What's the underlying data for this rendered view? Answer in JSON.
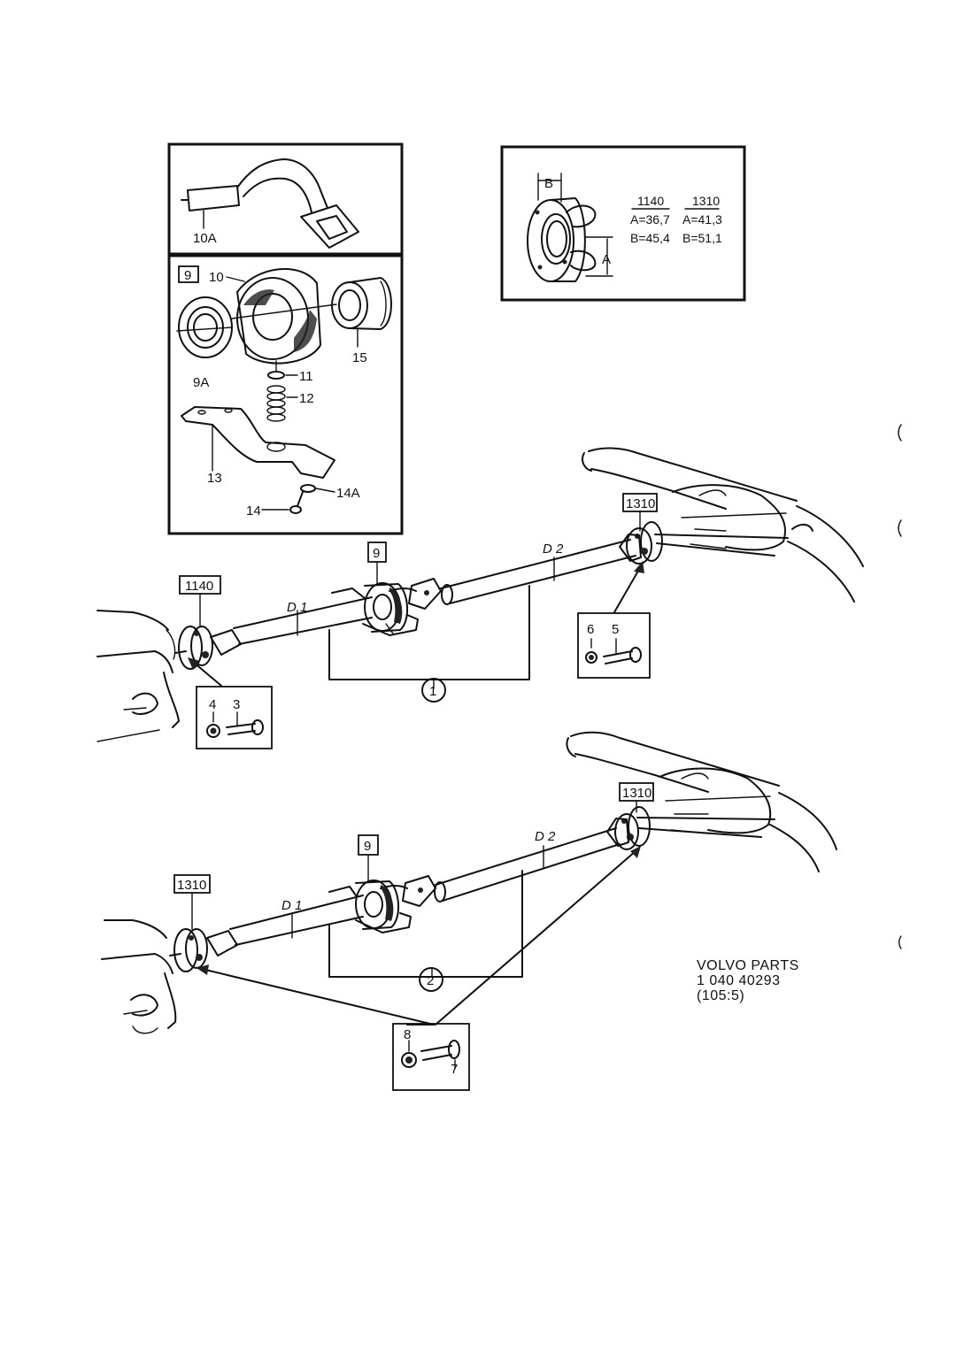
{
  "inset_top_left": {
    "upper_label": "10A",
    "header_box": "9",
    "labels": {
      "p10": "10",
      "p15": "15",
      "p9a": "9A",
      "p11": "11",
      "p12": "12",
      "p13": "13",
      "p14": "14",
      "p14a": "14A"
    }
  },
  "inset_top_right": {
    "dim_b": "B",
    "dim_a": "A",
    "col1_header": "1140",
    "col2_header": "1310",
    "col1_row1": "A=36,7",
    "col1_row2": "B=45,4",
    "col2_row1": "A=41,3",
    "col2_row2": "B=51,1"
  },
  "assembly_1": {
    "front_joint": "1140",
    "rear_joint": "1310",
    "bearing_box": "9",
    "d1": "D 1",
    "d2": "D 2",
    "callout": "1",
    "rear_bolts": {
      "nut": "6",
      "bolt": "5"
    },
    "front_bolts": {
      "nut": "4",
      "bolt": "3"
    }
  },
  "assembly_2": {
    "front_joint": "1310",
    "rear_joint": "1310",
    "bearing_box": "9",
    "d1": "D 1",
    "d2": "D 2",
    "callout": "2",
    "bolts": {
      "nut": "8",
      "bolt": "7"
    }
  },
  "footer": {
    "line1": "VOLVO PARTS",
    "line2": "1 040  40293",
    "line3": "(105:5)"
  },
  "colors": {
    "ink": "#111111",
    "paper": "#ffffff"
  }
}
